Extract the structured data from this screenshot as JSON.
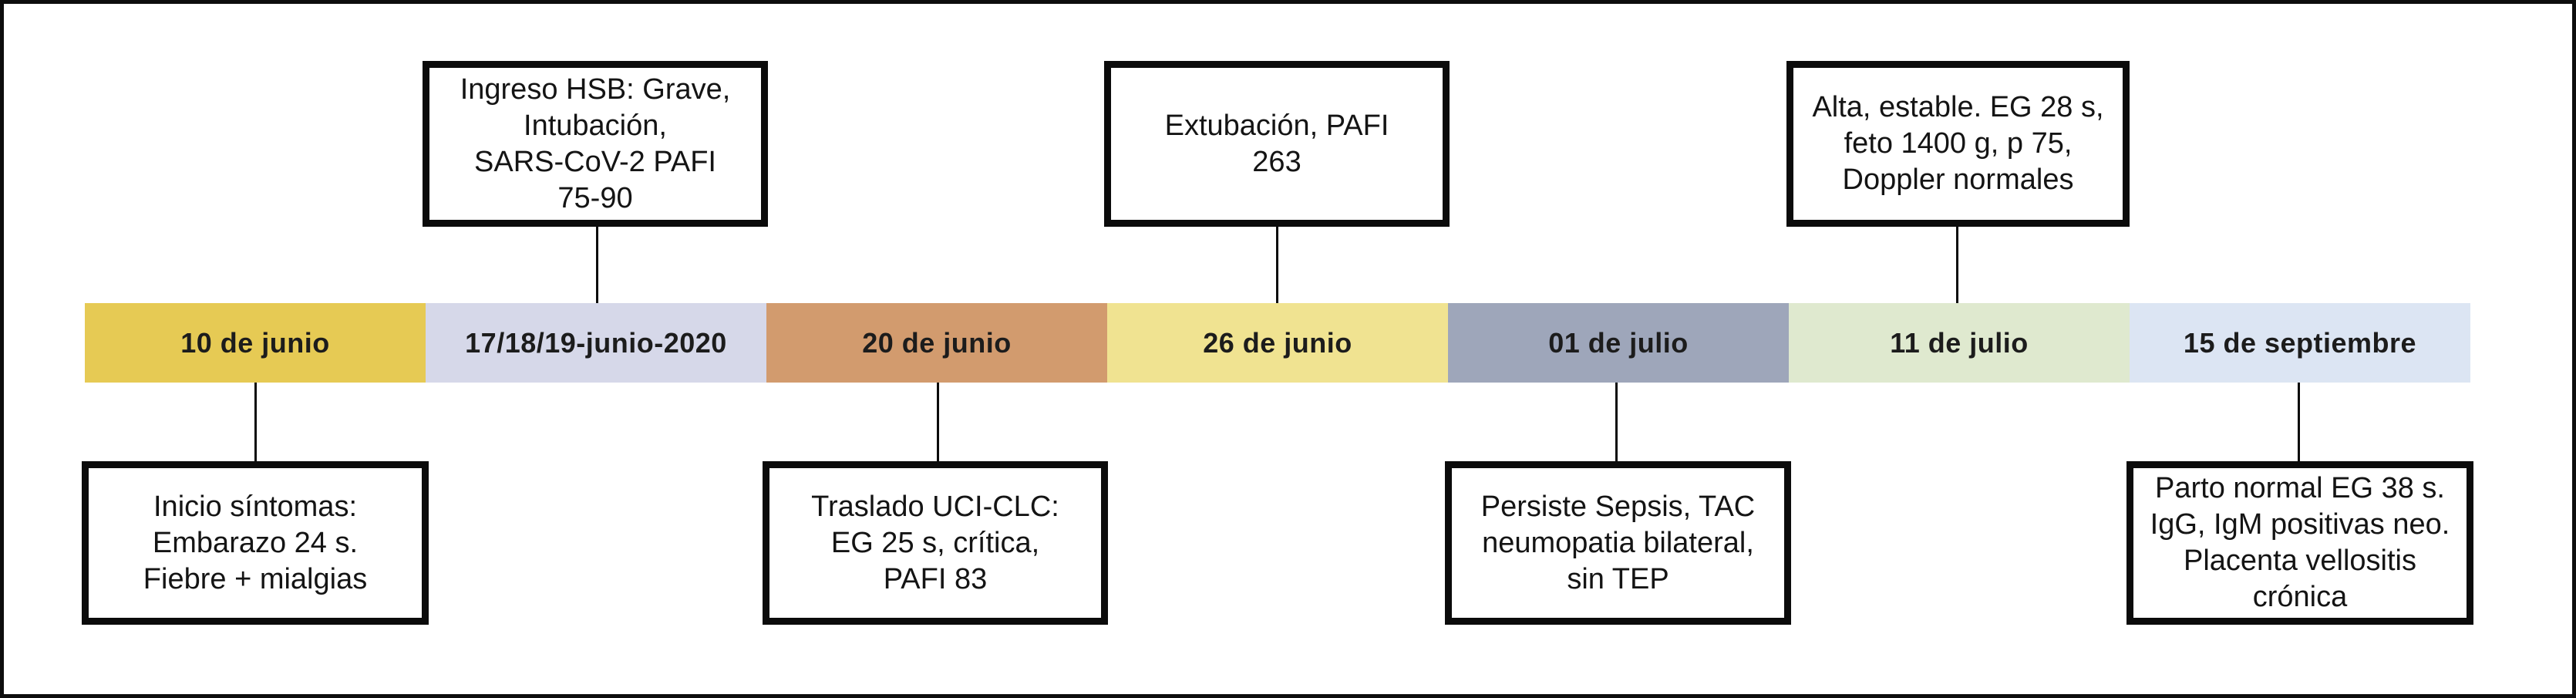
{
  "timeline": {
    "segments": [
      {
        "label": "10 de junio",
        "color": "#e6ca54"
      },
      {
        "label": "17/18/19-junio-2020",
        "color": "#d6d8e9"
      },
      {
        "label": "20 de junio",
        "color": "#d29b6e"
      },
      {
        "label": "26 de junio",
        "color": "#f0e391"
      },
      {
        "label": "01 de julio",
        "color": "#9ea6ba"
      },
      {
        "label": "11 de julio",
        "color": "#dfe9cf"
      },
      {
        "label": "15 de septiembre",
        "color": "#dce5f3"
      }
    ],
    "events_above": [
      {
        "anchor_segment": "17/18/19-junio-2020",
        "lines": [
          "Ingreso HSB: Grave,",
          "Intubación,",
          "SARS-CoV-2 PAFI",
          "75-90"
        ]
      },
      {
        "anchor_segment": "26 de junio",
        "lines": [
          "Extubación, PAFI",
          "263"
        ]
      },
      {
        "anchor_segment": "11 de julio",
        "lines": [
          "Alta, estable. EG 28 s,",
          "feto 1400 g, p 75,",
          "Doppler normales"
        ]
      }
    ],
    "events_below": [
      {
        "anchor_segment": "10 de junio",
        "lines": [
          "Inicio síntomas:",
          "Embarazo 24 s.",
          "Fiebre + mialgias"
        ]
      },
      {
        "anchor_segment": "20 de junio",
        "lines": [
          "Traslado UCI-CLC:",
          "EG 25 s, crítica,",
          "PAFI 83"
        ]
      },
      {
        "anchor_segment": "01 de julio",
        "lines": [
          "Persiste Sepsis, TAC",
          "neumopatia bilateral,",
          "sin TEP"
        ]
      },
      {
        "anchor_segment": "15 de septiembre",
        "lines": [
          "Parto normal EG 38 s.",
          "IgG, IgM positivas neo.",
          "Placenta vellositis",
          "crónica"
        ]
      }
    ],
    "colors": {
      "box_border": "#0b0b0b",
      "frame_border": "#0d0d0d",
      "text": "#141414"
    }
  }
}
